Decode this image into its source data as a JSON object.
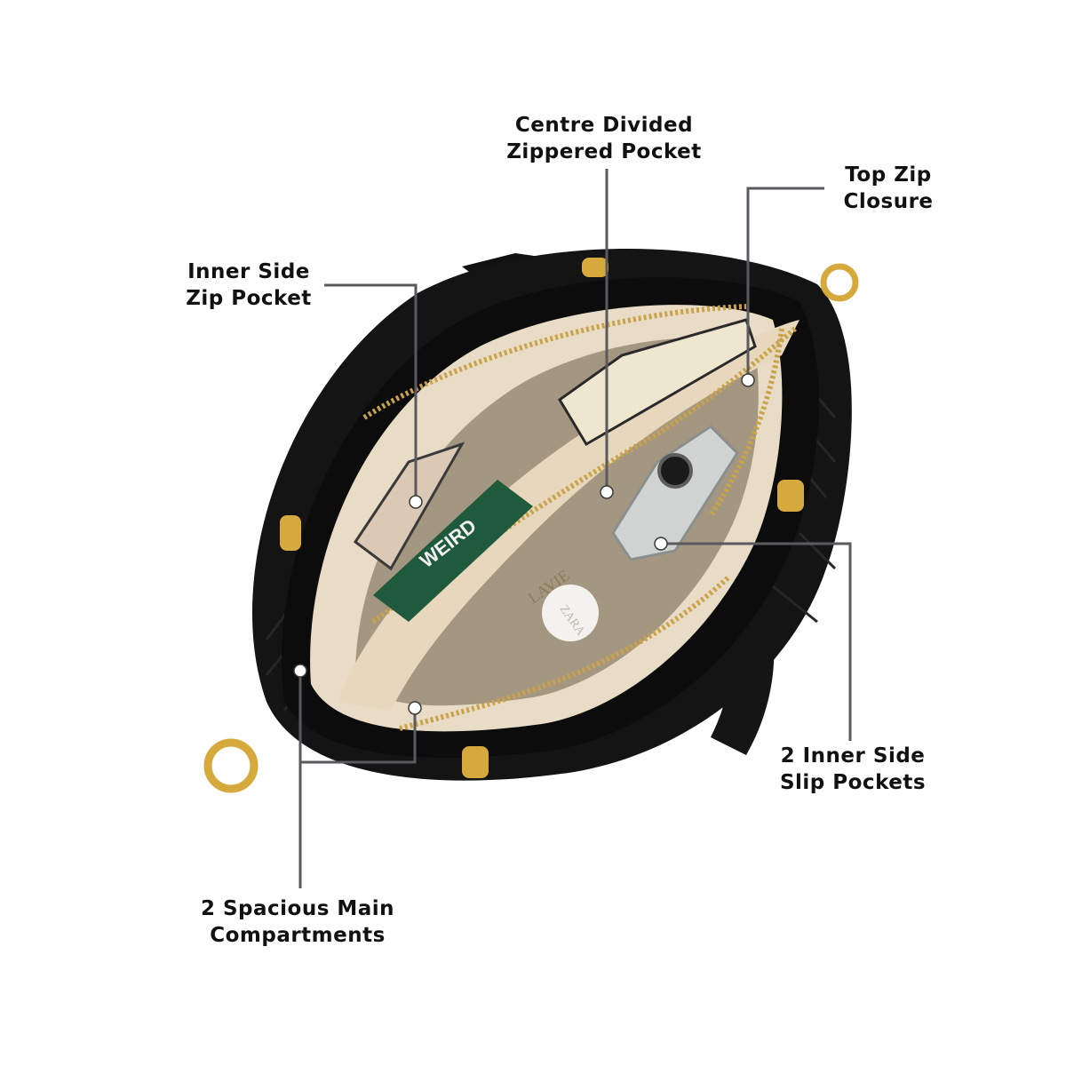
{
  "colors": {
    "leader_line": "#5a5a5e",
    "bag_leather": "#141414",
    "bag_lining": "#e9dcc6",
    "gold_hardware": "#d6a93c"
  },
  "callouts": [
    {
      "id": "centre-divided-zippered-pocket",
      "lines": [
        "Centre Divided",
        "Zippered Pocket"
      ]
    },
    {
      "id": "top-zip-closure",
      "lines": [
        "Top Zip",
        "Closure"
      ]
    },
    {
      "id": "inner-side-zip-pocket",
      "lines": [
        "Inner Side",
        "Zip Pocket"
      ]
    },
    {
      "id": "inner-side-slip-pockets",
      "lines": [
        "2 Inner Side",
        "Slip Pockets"
      ]
    },
    {
      "id": "spacious-main-compartments",
      "lines": [
        "2 Spacious Main",
        "Compartments"
      ]
    }
  ],
  "bag_items": {
    "keychain_text": "WEIRD",
    "round_case_text": "ZARA",
    "lining_print_text": "LAVIE"
  }
}
